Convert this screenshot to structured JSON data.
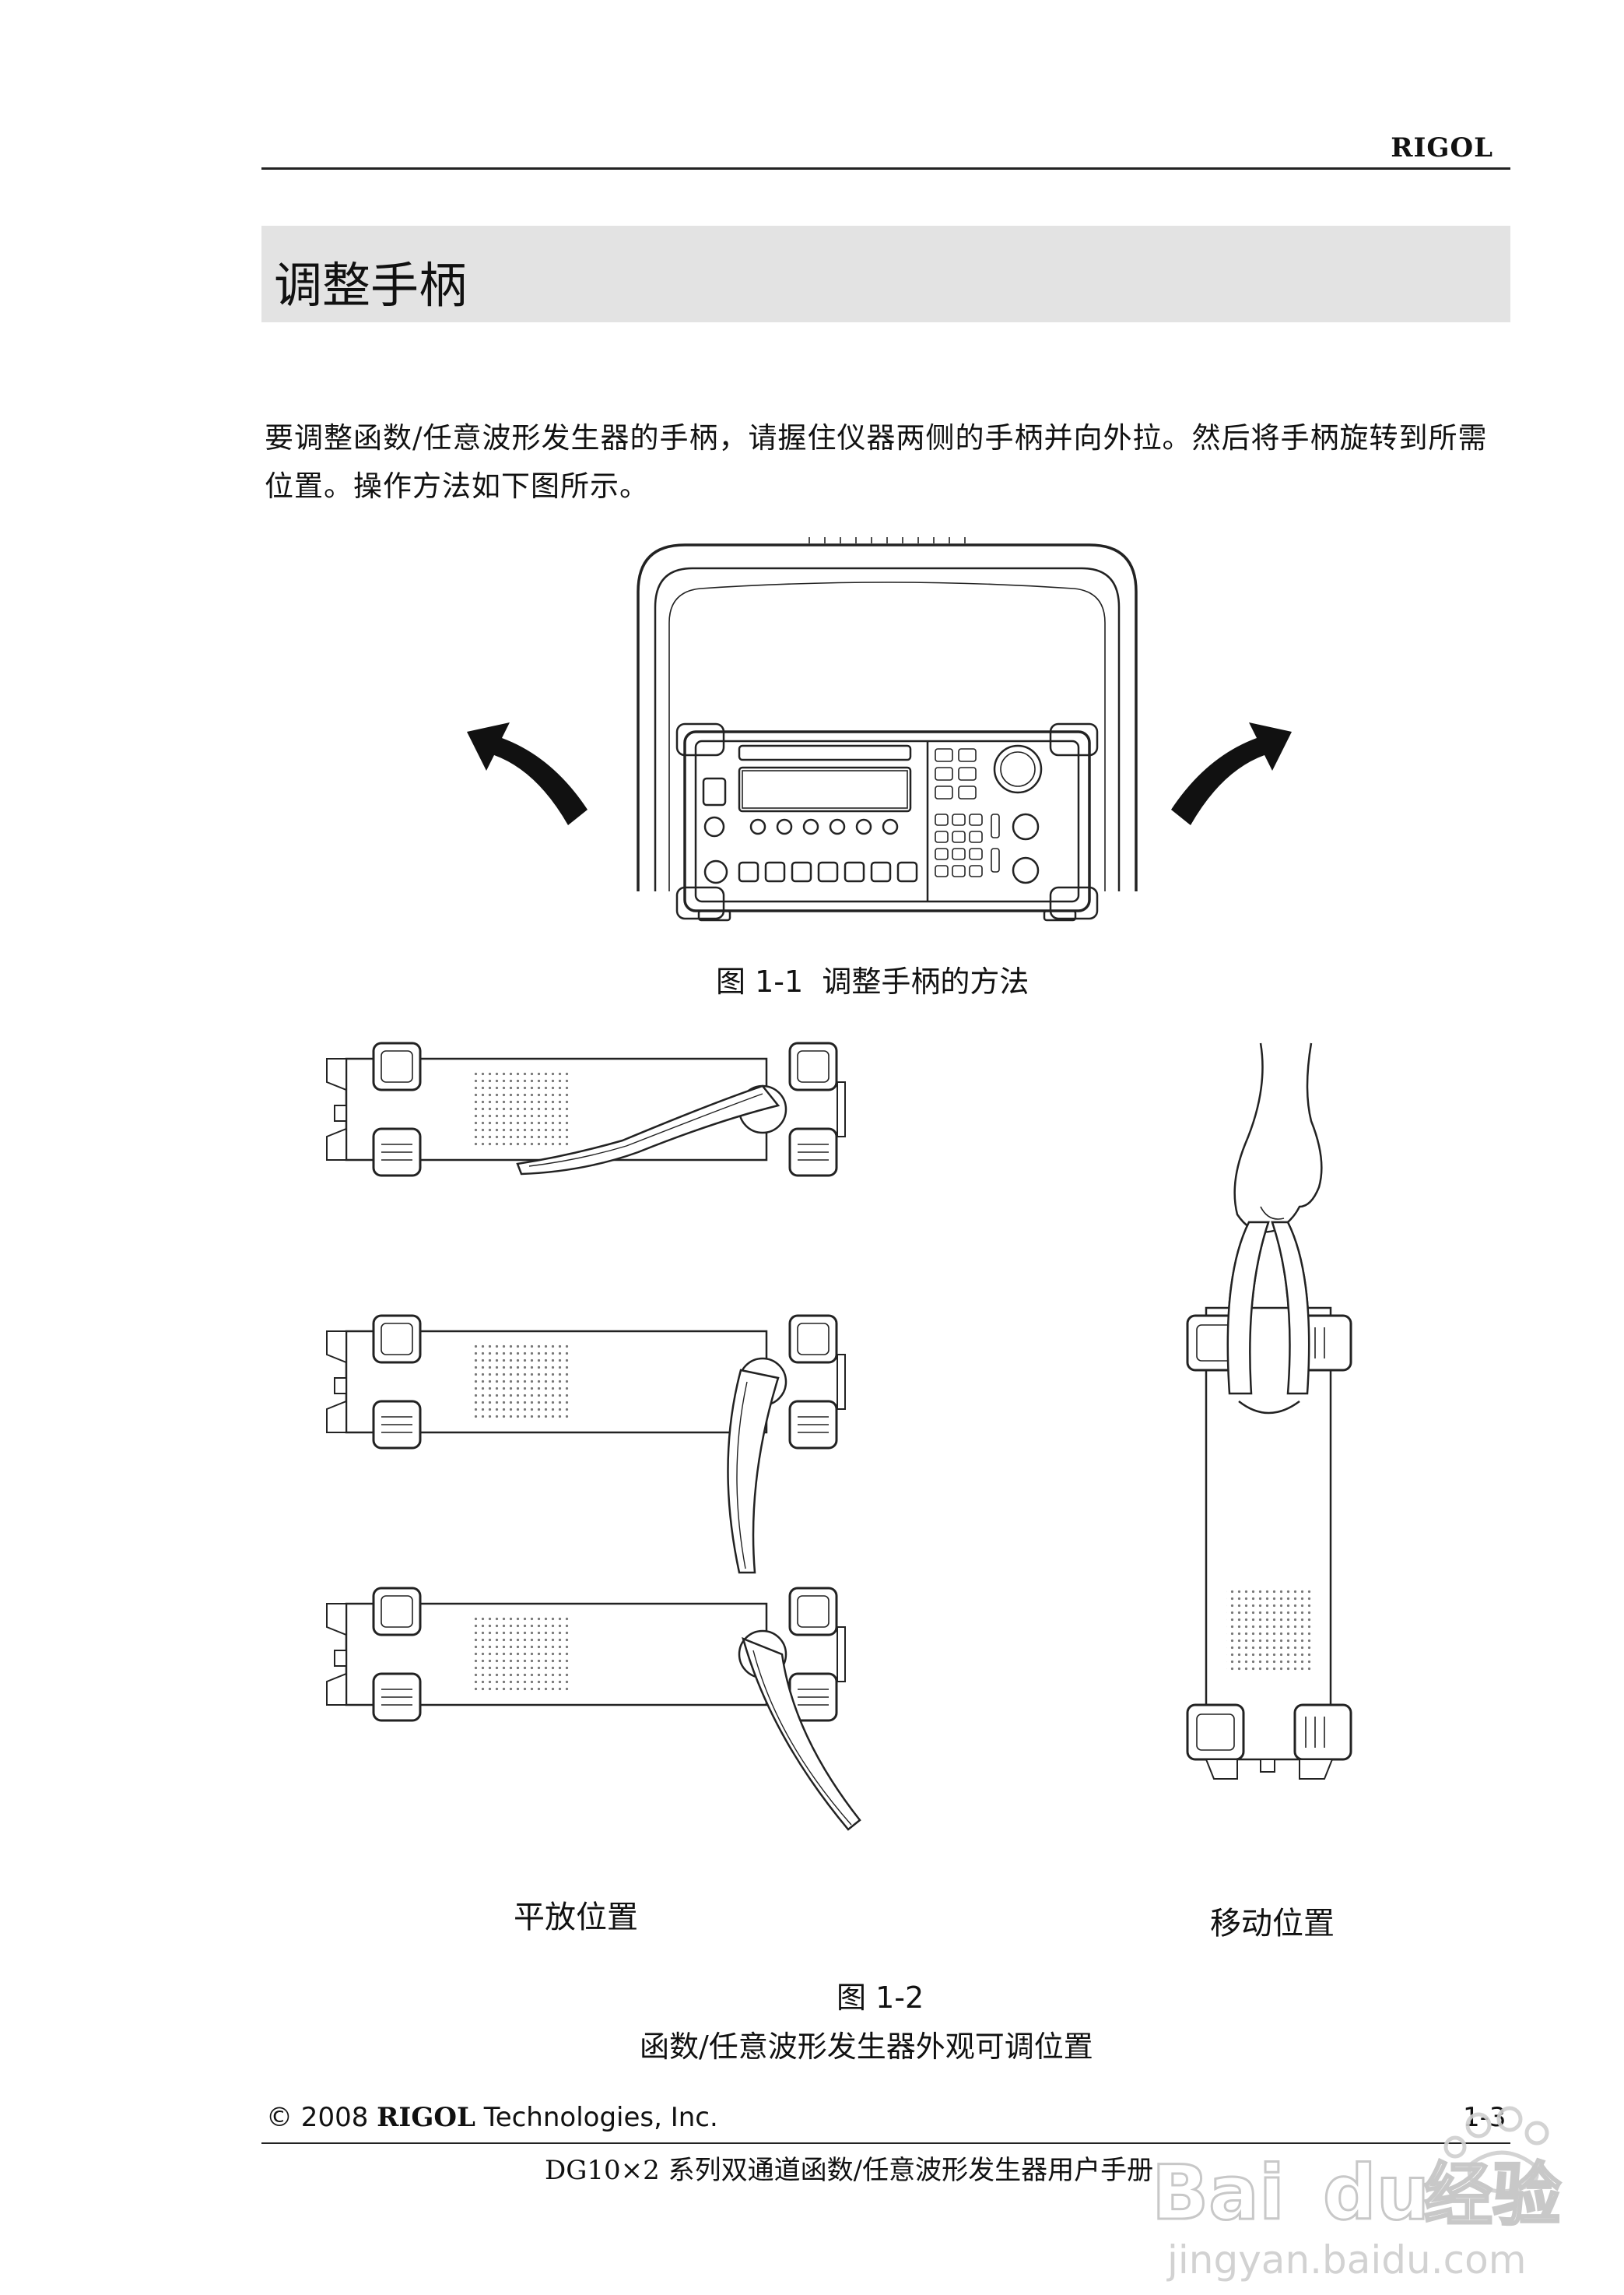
{
  "header": {
    "brand": "RIGOL"
  },
  "section": {
    "title": "调整手柄"
  },
  "body": {
    "paragraph": "要调整函数/任意波形发生器的手柄，请握住仪器两侧的手柄并向外拉。然后将手柄旋转到所需位置。操作方法如下图所示。"
  },
  "figure1": {
    "caption_prefix": "图 ",
    "caption_number": "1-1",
    "caption_text": "调整手柄的方法"
  },
  "figure2": {
    "caption_prefix": "图 ",
    "caption_number": "1-2",
    "caption_text": "函数/任意波形发生器外观可调位置",
    "label_flat": "平放位置",
    "label_carry": "移动位置"
  },
  "footer": {
    "copyright_prefix": "© 2008 ",
    "brand": "RIGOL",
    "copyright_suffix": " Technologies, Inc.",
    "page_number": "1-3",
    "manual_title": "DG10×2 系列双通道函数/任意波形发生器用户手册"
  },
  "watermark": {
    "brand": "Bai",
    "product": "经验",
    "url": "jingyan.baidu.com"
  }
}
